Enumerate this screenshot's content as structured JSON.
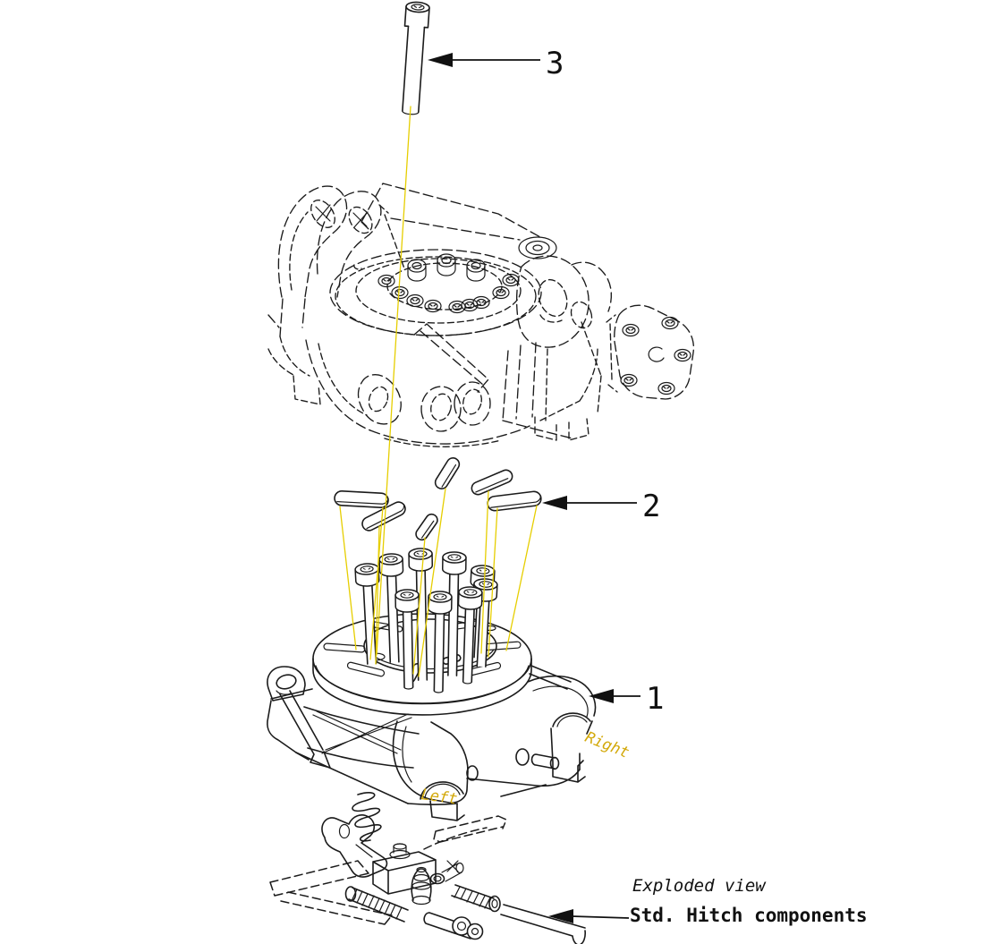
{
  "diagram": {
    "type": "exploded-view technical drawing",
    "caption": {
      "subtitle": "Exploded view",
      "title": "Std. Hitch components"
    },
    "callouts": {
      "hitch_base": {
        "label": "1"
      },
      "keys": {
        "label": "2"
      },
      "bolt": {
        "label": "3"
      }
    },
    "orientation": {
      "right": "Right",
      "left": "Left"
    },
    "colors": {
      "line": "#1b1b1b",
      "highlight_yellow": "#e6ce00",
      "orientation_text": "#d3a90b",
      "background": "#ffffff"
    }
  }
}
